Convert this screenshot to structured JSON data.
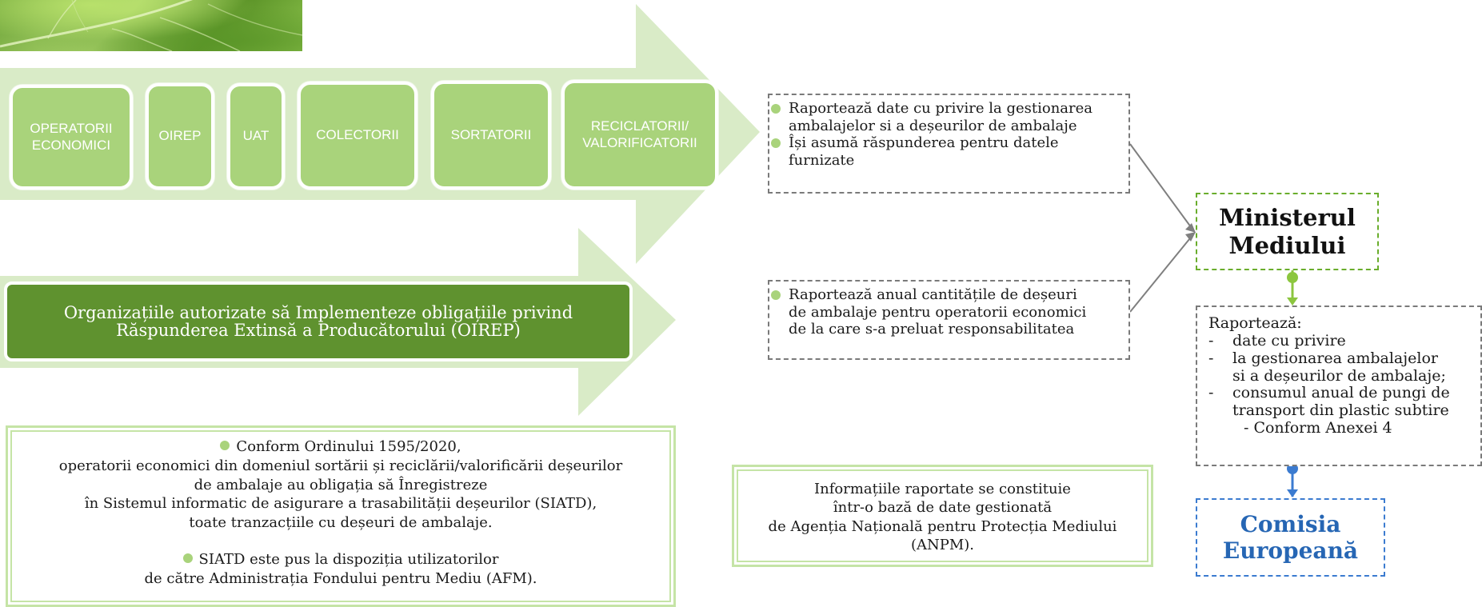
{
  "colors": {
    "arrow_fill": "#d9ebc7",
    "actor_fill": "#a9d37b",
    "oirep_band": "#5f922f",
    "ministry_border": "#6aad2c",
    "commission_border": "#3b7bd0",
    "commission_text": "#2666b4",
    "connector": "#7f7f7f"
  },
  "actors": [
    {
      "id": "operatorii-economici",
      "lines": [
        "OPERATORII",
        "ECONOMICI"
      ]
    },
    {
      "id": "oirep",
      "lines": [
        "OIREP"
      ]
    },
    {
      "id": "uat",
      "lines": [
        "UAT"
      ]
    },
    {
      "id": "colectorii",
      "lines": [
        "COLECTORII"
      ]
    },
    {
      "id": "sortatorii",
      "lines": [
        "SORTATORII"
      ]
    },
    {
      "id": "reciclatorii",
      "lines": [
        "RECICLATORII/",
        "VALORIFICATORII"
      ]
    }
  ],
  "oirep_band": {
    "line1": "Organizațiile autorizate să Implementeze obligațiile privind",
    "line2": "Răspunderea Extinsă a Producătorului (OIREP)"
  },
  "note_top": {
    "bullet1_line1": "Raportează date cu privire la gestionarea",
    "bullet1_line2": "ambalajelor si a deșeurilor de ambalaje",
    "bullet2_line1": "Își asumă răspunderea pentru datele",
    "bullet2_line2": "furnizate"
  },
  "note_bottom": {
    "line1": "Raportează anual cantitățile de deșeuri",
    "line2": "de ambalaje pentru operatorii economici",
    "line3": "de la care s-a preluat responsabilitatea"
  },
  "ministry": {
    "line1": "Ministerul",
    "line2": "Mediului"
  },
  "report": {
    "heading": "Raportează:",
    "items": [
      {
        "dash": "-",
        "line1": "date cu privire"
      },
      {
        "dash": "-",
        "line1": "la gestionarea ambalajelor",
        "line2": "si a deșeurilor de ambalaje;"
      },
      {
        "dash": "-",
        "line1": "consumul anual de pungi de",
        "line2": "transport din plastic subtire"
      }
    ],
    "annex": "- Conform Anexei 4"
  },
  "commission": {
    "line1": "Comisia",
    "line2": "Europeană"
  },
  "siatd": {
    "line1": "Conform Ordinului 1595/2020,",
    "line2": "operatorii economici din domeniul sortării și reciclării/valorificării deșeurilor",
    "line3": "de ambalaje au obligația să Înregistreze",
    "line4": "în Sistemul informatic de asigurare a trasabilității deșeurilor (SIATD),",
    "line5": "toate tranzacțiile cu deșeuri de ambalaje.",
    "line6": "SIATD este pus la dispoziția utilizatorilor",
    "line7": "de către Administrația Fondului pentru Mediu (AFM)."
  },
  "anpm": {
    "line1": "Informațiile raportate se constituie",
    "line2": "într-o bază de date gestionată",
    "line3": "de Agenția Națională pentru Protecția Mediului",
    "line4": "(ANPM)."
  }
}
